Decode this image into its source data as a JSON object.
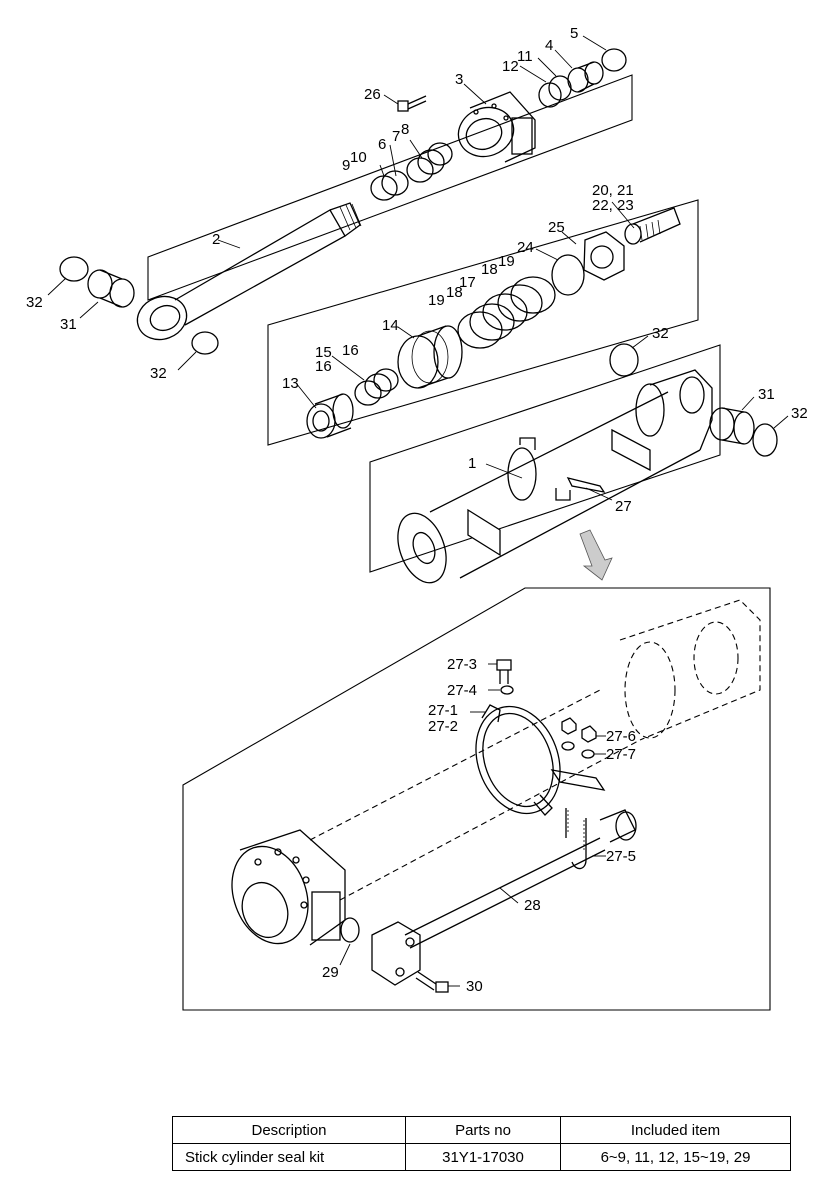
{
  "labels": {
    "c1": "1",
    "c2": "2",
    "c3": "3",
    "c4": "4",
    "c5": "5",
    "c6": "6",
    "c7": "7",
    "c8": "8",
    "c9": "9",
    "c10": "10",
    "c11": "11",
    "c12": "12",
    "c13": "13",
    "c14": "14",
    "c15": "15",
    "c16a": "16",
    "c16b": "16",
    "c17": "17",
    "c18a": "18",
    "c18b": "18",
    "c19a": "19",
    "c19b": "19",
    "c2021": "20, 21",
    "c2223": "22, 23",
    "c24": "24",
    "c25": "25",
    "c26": "26",
    "c27": "27",
    "c31a": "31",
    "c31b": "31",
    "c32a": "32",
    "c32b": "32",
    "c32c": "32",
    "c32d": "32",
    "d273": "27-3",
    "d274": "27-4",
    "d271": "27-1",
    "d272": "27-2",
    "d276": "27-6",
    "d277": "27-7",
    "d275": "27-5",
    "d28": "28",
    "d29": "29",
    "d30": "30"
  },
  "table": {
    "headers": [
      "Description",
      "Parts no",
      "Included item"
    ],
    "rows": [
      [
        "Stick cylinder seal kit",
        "31Y1-17030",
        "6~9, 11, 12, 15~19, 29"
      ]
    ]
  }
}
